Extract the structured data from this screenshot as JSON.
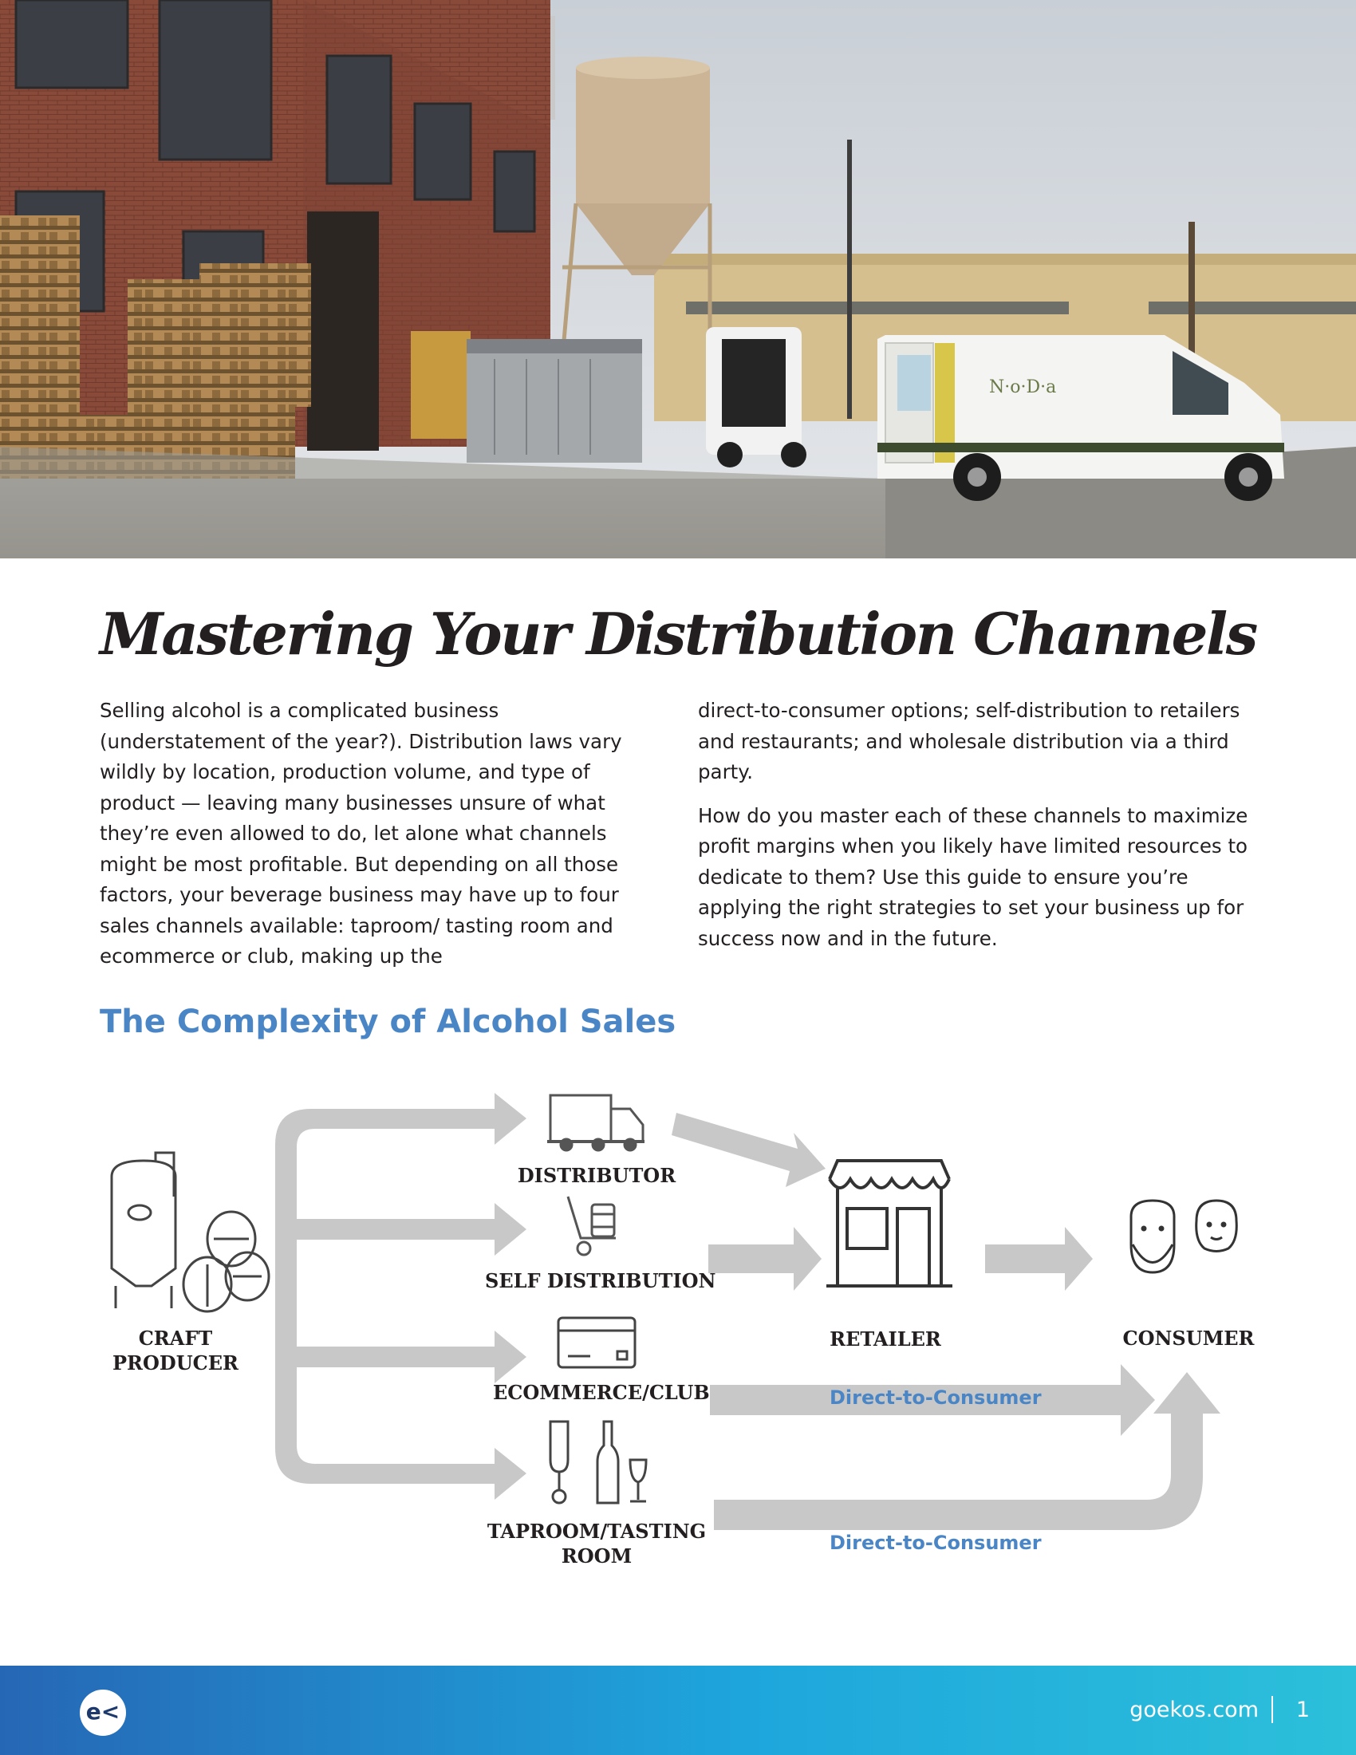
{
  "title": "Mastering Your Distribution Channels",
  "body": {
    "left_paragraph": "Selling alcohol is a complicated business (understatement of the year?). Distribution laws vary wildly by location, production volume, and type of product — leaving many businesses unsure of what they’re even allowed to do, let alone what channels might be most profitable. But depending on all those factors, your beverage business may have up to four sales channels available: taproom/ tasting room and ecommerce or club, making up the",
    "right_paragraph_1": "direct-to-consumer options; self-distribution to retailers and restaurants; and wholesale distribution via a third party.",
    "right_paragraph_2": "How do you master each of these channels to maximize profit margins when you likely have limited resources to dedicate to them? Use this guide to ensure you’re applying the right strategies to set your business up for success now and in the future."
  },
  "section_heading": "The Complexity of Alcohol Sales",
  "diagram": {
    "producer_label": "CRAFT\nPRODUCER",
    "distributor_label": "DISTRIBUTOR",
    "self_distribution_label": "SELF DISTRIBUTION",
    "ecommerce_label": "ECOMMERCE/CLUB",
    "taproom_label": "TAPROOM/TASTING\nROOM",
    "retailer_label": "RETAILER",
    "consumer_label": "CONSUMER",
    "dtc_label_1": "Direct-to-Consumer",
    "dtc_label_2": "Direct-to-Consumer",
    "arrow_color": "#c8c8c8",
    "icon_color": "#444444",
    "accent_color": "#4a86c6"
  },
  "hero_photo": {
    "van_logo": "N·o·D·a"
  },
  "footer": {
    "logo_text": "e<",
    "site": "goekos.com",
    "page_number": "1",
    "gradient_start": "#2667b5",
    "gradient_end": "#2cc0da"
  }
}
